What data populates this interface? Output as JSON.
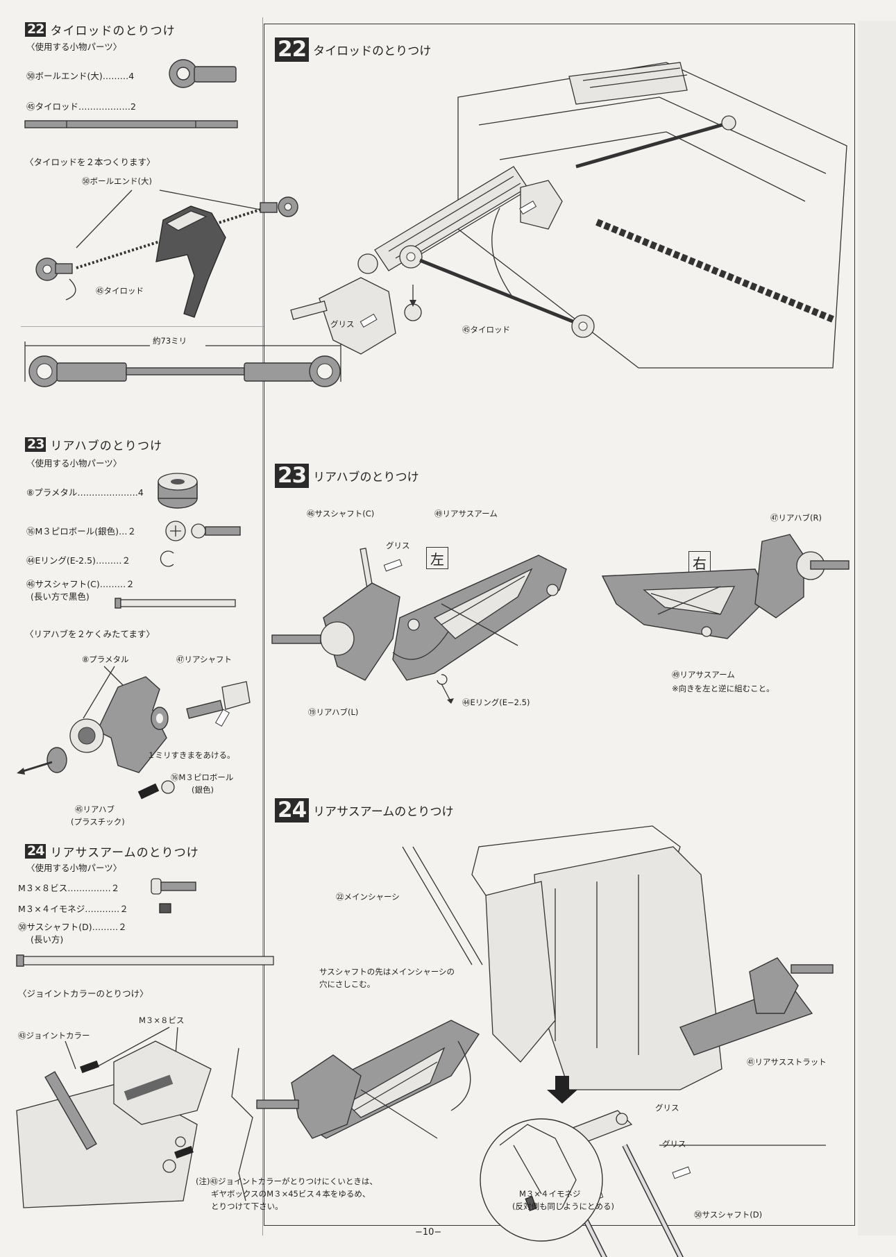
{
  "step22": {
    "num": "22",
    "title": "タイロッドのとりつけ",
    "parts_header": "〈使用する小物パーツ〉",
    "part_ball_end": "㊿ボールエンド(大)………4",
    "part_tie_rod": "㊺タイロッド………………2",
    "make_header": "〈タイロッドを２本つくります〉",
    "label_ball_end": "㊿ボールエンド(大)",
    "label_tie_rod": "㊺タイロッド",
    "length_label": "約73ミリ",
    "main_title": "タイロッドのとりつけ",
    "main_label_tie_rod": "㊺タイロッド",
    "grease": "グリス"
  },
  "step23": {
    "num": "23",
    "title": "リアハブのとりつけ",
    "parts_header": "〈使用する小物パーツ〉",
    "part_plametal": "⑧プラメタル…………………4",
    "part_pillow": "⑯M３ピロボール(銀色)…２",
    "part_ering": "㊹Eリング(E-2.5)………２",
    "part_shaft_c": "㊻サスシャフト(C)………２",
    "part_shaft_c_note": "(長い方で黒色)",
    "make_header": "〈リアハブを２ケくみたてます〉",
    "label_plametal": "⑧プラメタル",
    "label_rear_shaft": "㊼リアシャフト",
    "label_gap": "１ミリすきまをあける。",
    "label_pillow": "⑯M３ピロボール",
    "label_pillow_color": "(銀色)",
    "label_hub": "㊺リアハブ",
    "label_hub_note": "(プラスチック)",
    "main_title": "リアハブのとりつけ",
    "main_label_shaft_c": "㊻サスシャフト(C)",
    "main_label_arm": "㊾リアサスアーム",
    "main_label_hub_l": "⑲リアハブ(L)",
    "main_label_ering": "㊹Eリング(E−2.5)",
    "main_label_hub_r": "㊼リアハブ(R)",
    "main_label_arm_r": "㊾リアサスアーム",
    "main_note": "※向きを左と逆に組むこと。",
    "left_box": "左",
    "right_box": "右",
    "grease": "グリス"
  },
  "step24": {
    "num": "24",
    "title": "リアサスアームのとりつけ",
    "parts_header": "〈使用する小物パーツ〉",
    "part_m3x8": "M３×８ビス……………２",
    "part_m3x4": "M３×４イモネジ…………２",
    "part_shaft_d": "㊿サスシャフト(D)………２",
    "part_shaft_d_note": "(長い方)",
    "joint_header": "〈ジョイントカラーのとりつけ〉",
    "label_m3x8": "M３×８ビス",
    "label_joint": "㊸ジョイントカラー",
    "note_line1": "(注)㊸ジョイントカラーがとりつけにくいときは、",
    "note_line2": "ギヤボックスのM３×45ビス４本をゆるめ、",
    "note_line3": "とりつけて下さい。",
    "main_title": "リアサスアームのとりつけ",
    "main_label_chassis": "㉒メインシャーシ",
    "main_label_insert1": "サスシャフトの先はメインシャーシの",
    "main_label_insert2": "穴にさしこむ。",
    "main_label_strut": "㊶リアサスストラット",
    "main_label_grub1": "M３×４イモネジ",
    "main_label_grub2": "(反対側も同じようにとめる)",
    "main_label_shaft_d": "㊿サスシャフト(D)",
    "grease": "グリス"
  },
  "page_number": "−10−"
}
